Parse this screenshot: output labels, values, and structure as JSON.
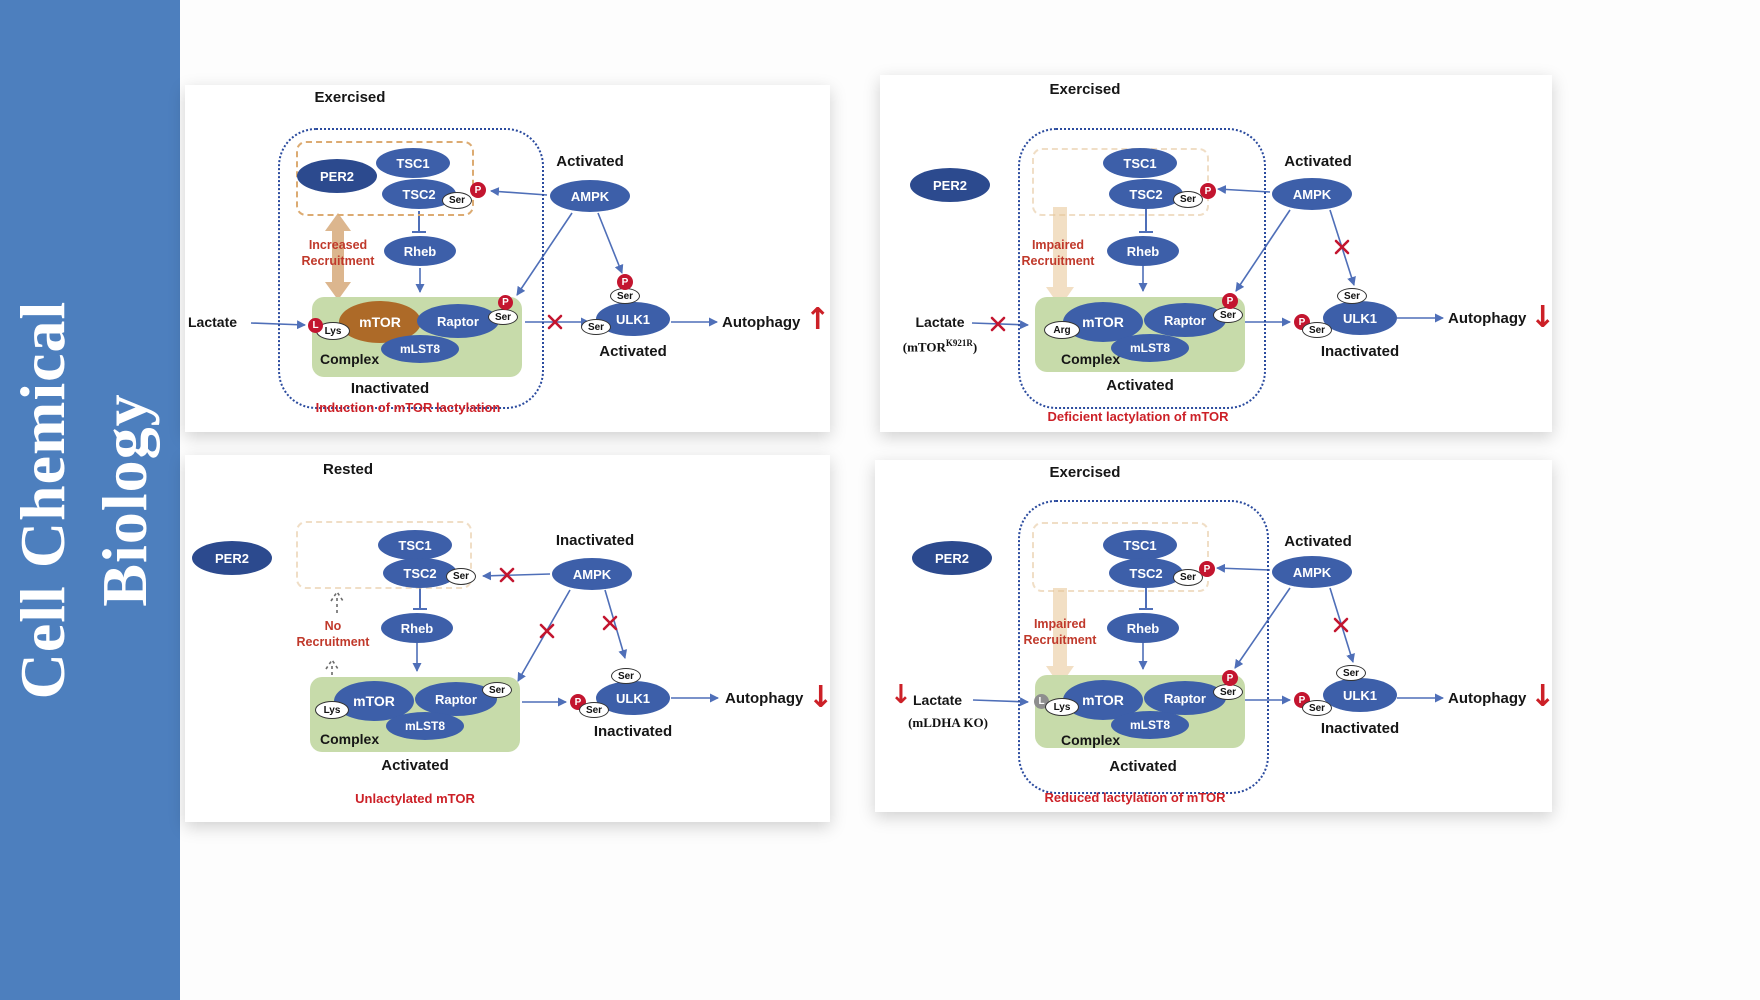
{
  "journal": {
    "line1": "Cell Chemical",
    "line2": "Biology"
  },
  "common": {
    "ser": "Ser",
    "p": "P",
    "l": "L"
  },
  "colors": {
    "banner": "#4d7fbe",
    "node_blue": "#3d5fa9",
    "per2_blue": "#2c4a8e",
    "mtor_brown": "#ad6a28",
    "complex_green": "#c7dbaa",
    "phospho_red": "#c3152f",
    "caption_red": "#cc2027",
    "arrow_blue": "#4f6fb8",
    "recruit_tan": "#dbb48c"
  },
  "panels": [
    {
      "condition": "Exercised",
      "per2": "PER2",
      "tsc1": "TSC1",
      "tsc2": "TSC2",
      "ampk": "AMPK",
      "ampk_state": "Activated",
      "rheb": "Rheb",
      "recruitment1": "Increased",
      "recruitment2": "Recruitment",
      "lactate": "Lactate",
      "mtor": "mTOR",
      "raptor": "Raptor",
      "mlst8": "mLST8",
      "residue": "Lys",
      "complex": "Complex",
      "complex_state": "Inactivated",
      "ulk1": "ULK1",
      "ulk1_state": "Activated",
      "autophagy": "Autophagy",
      "autophagy_dir": "↑",
      "caption": "Induction of mTOR lactylation"
    },
    {
      "condition": "Exercised",
      "per2": "PER2",
      "tsc1": "TSC1",
      "tsc2": "TSC2",
      "ampk": "AMPK",
      "ampk_state": "Activated",
      "rheb": "Rheb",
      "recruitment1": "Impaired",
      "recruitment2": "Recruitment",
      "lactate": "Lactate",
      "lactate_note_pre": "(mTOR",
      "lactate_note_sup": "K921R",
      "lactate_note_post": ")",
      "mtor": "mTOR",
      "raptor": "Raptor",
      "mlst8": "mLST8",
      "residue": "Arg",
      "complex": "Complex",
      "complex_state": "Activated",
      "ulk1": "ULK1",
      "ulk1_state": "Inactivated",
      "autophagy": "Autophagy",
      "autophagy_dir": "↓",
      "caption": "Deficient lactylation of mTOR"
    },
    {
      "condition": "Rested",
      "per2": "PER2",
      "tsc1": "TSC1",
      "tsc2": "TSC2",
      "ampk": "AMPK",
      "ampk_state": "Inactivated",
      "rheb": "Rheb",
      "recruitment1": "No",
      "recruitment2": "Recruitment",
      "mtor": "mTOR",
      "raptor": "Raptor",
      "mlst8": "mLST8",
      "residue": "Lys",
      "complex": "Complex",
      "complex_state": "Activated",
      "ulk1": "ULK1",
      "ulk1_state": "Inactivated",
      "autophagy": "Autophagy",
      "autophagy_dir": "↓",
      "caption": "Unlactylated mTOR"
    },
    {
      "condition": "Exercised",
      "per2": "PER2",
      "tsc1": "TSC1",
      "tsc2": "TSC2",
      "ampk": "AMPK",
      "ampk_state": "Activated",
      "rheb": "Rheb",
      "recruitment1": "Impaired",
      "recruitment2": "Recruitment",
      "lactate": "Lactate",
      "lactate_dir": "↓",
      "lactate_note": "(mLDHA KO)",
      "mtor": "mTOR",
      "raptor": "Raptor",
      "mlst8": "mLST8",
      "residue": "Lys",
      "complex": "Complex",
      "complex_state": "Activated",
      "ulk1": "ULK1",
      "ulk1_state": "Inactivated",
      "autophagy": "Autophagy",
      "autophagy_dir": "↓",
      "caption": "Reduced lactylation of mTOR"
    }
  ]
}
